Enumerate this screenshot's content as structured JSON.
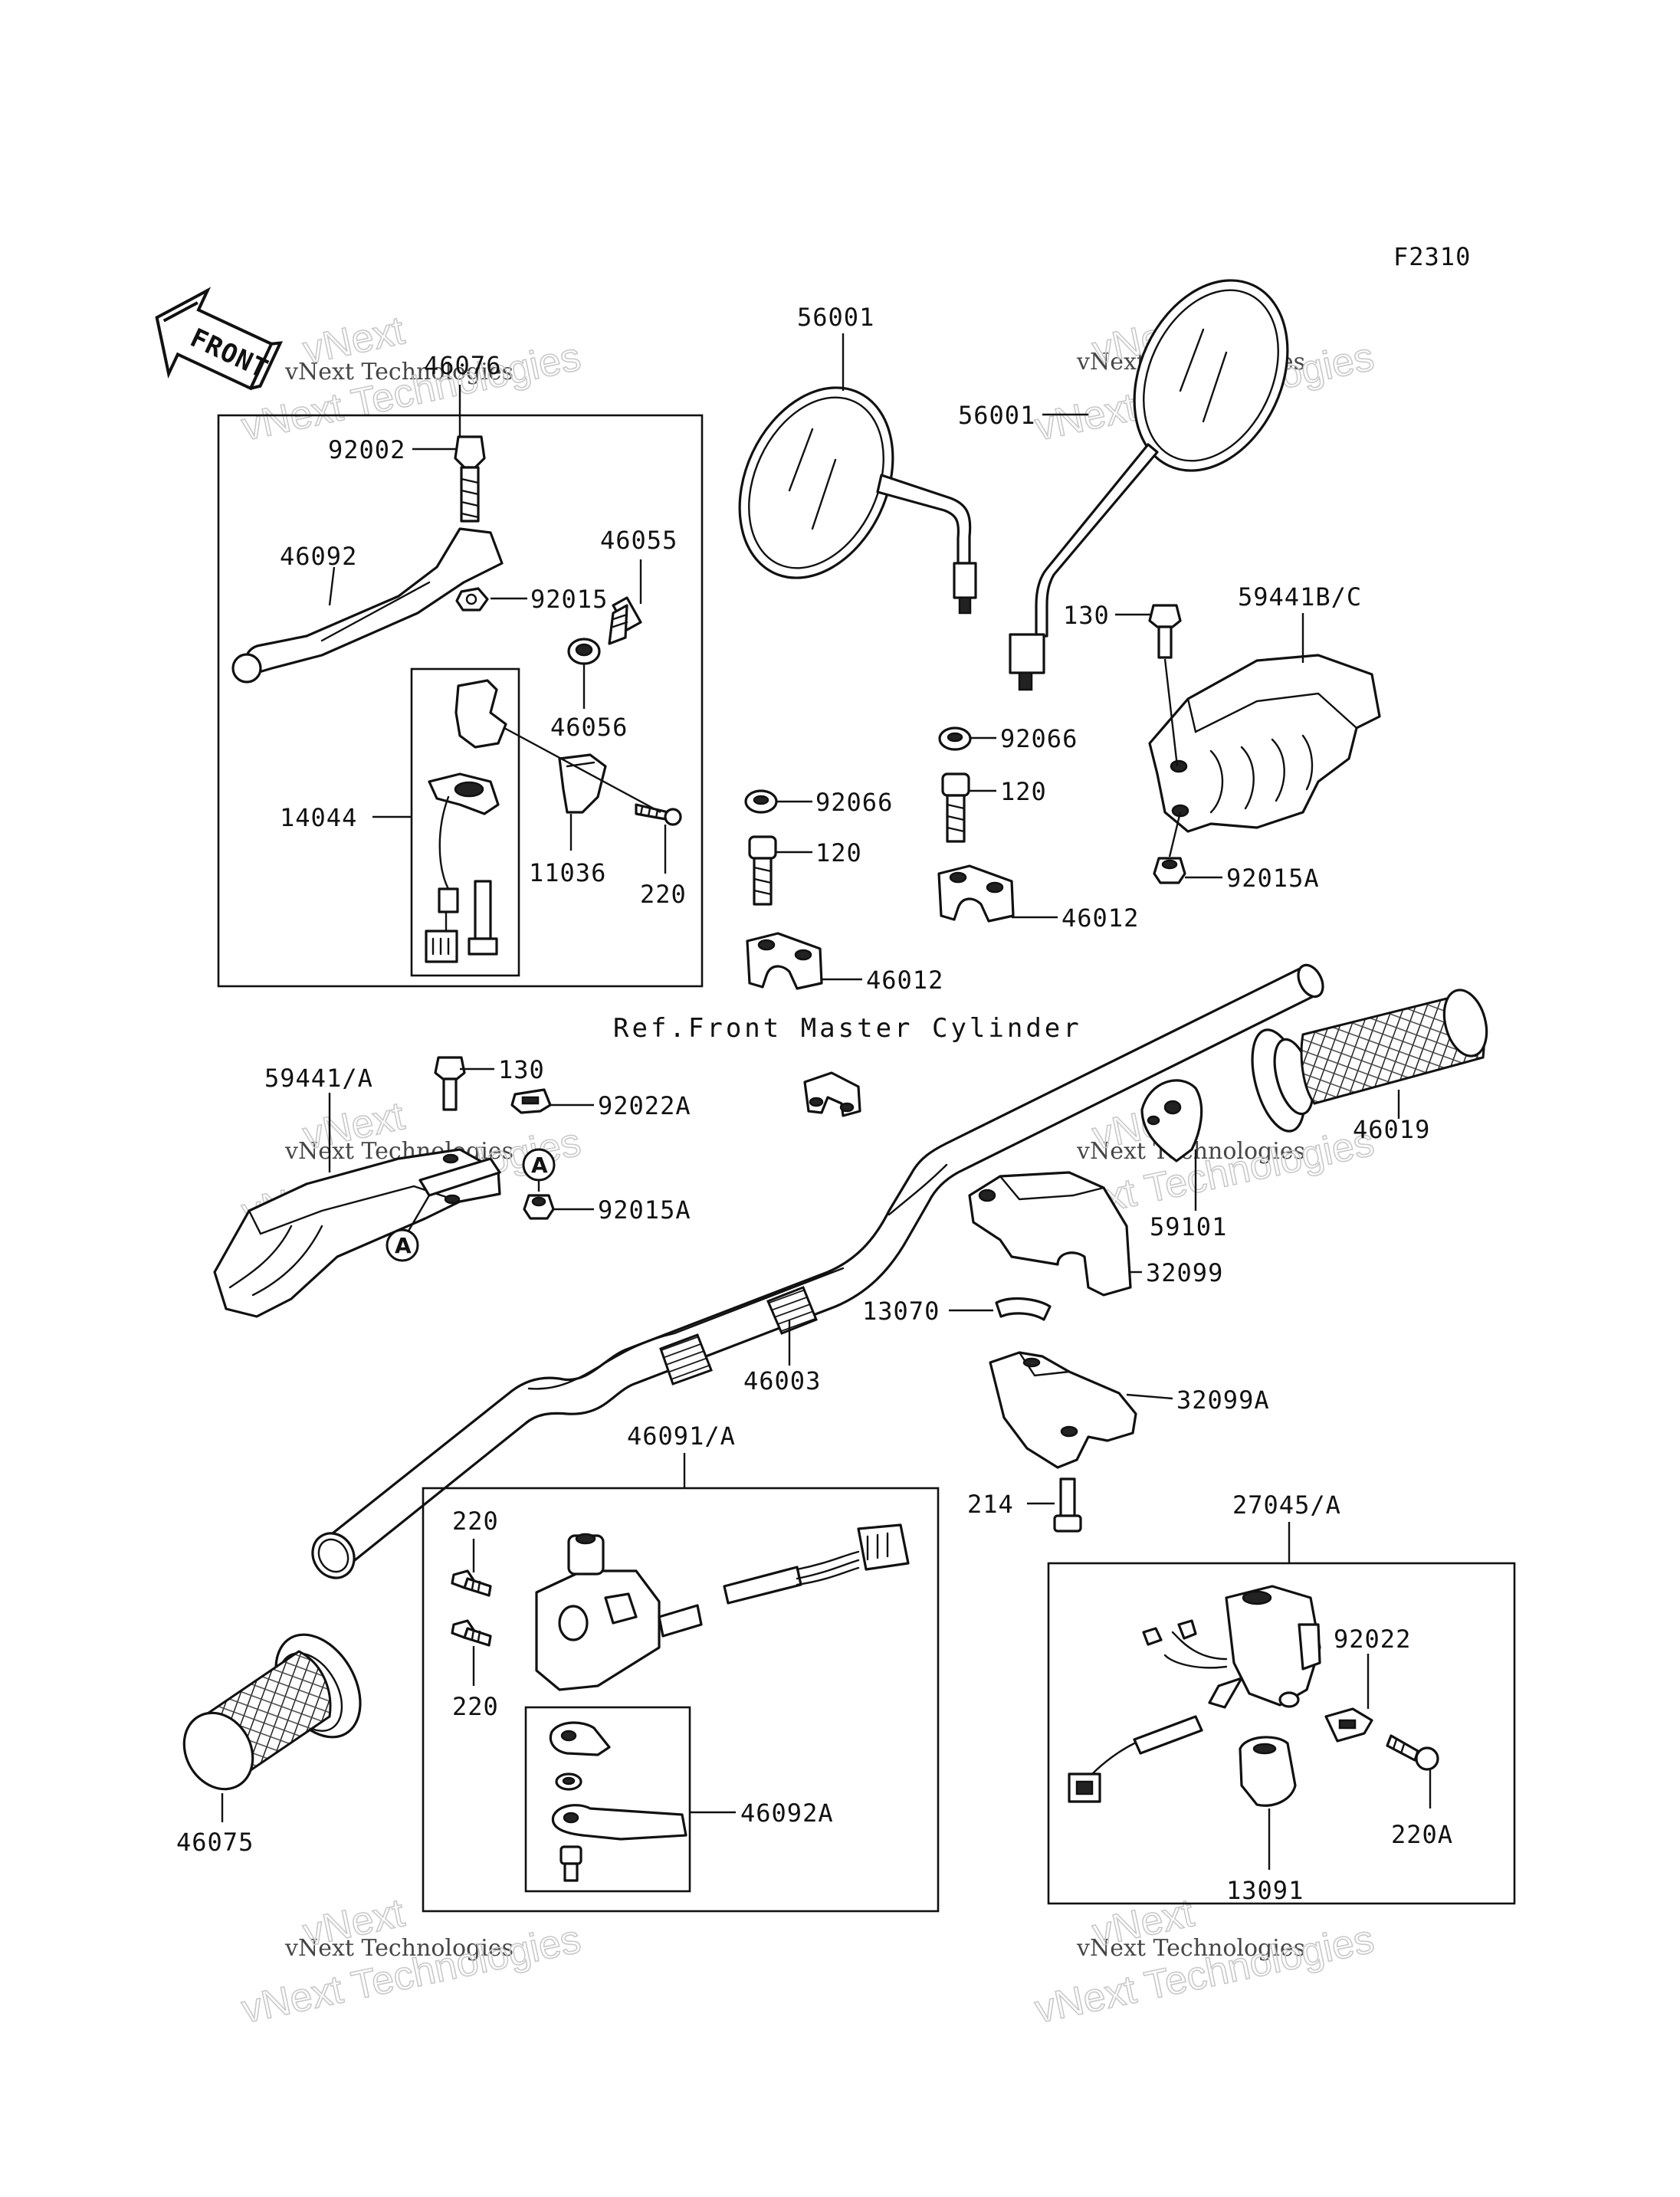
{
  "figure_code": "F2310",
  "front_arrow_label": "FRONT",
  "ref_note": "Ref.Front Master Cylinder",
  "watermark": {
    "line1": "vNext Technologies",
    "line2": "vNext Technologies",
    "line3": "vNext"
  },
  "reference_marker": "A",
  "labels": {
    "p46076": "46076",
    "p92002": "92002",
    "p46092": "46092",
    "p92015": "92015",
    "p46055": "46055",
    "p46056": "46056",
    "p14044": "14044",
    "p11036": "11036",
    "p220a": "220",
    "p56001a": "56001",
    "p56001b": "56001",
    "p130a": "130",
    "p59441bc": "59441B/C",
    "p92066a": "92066",
    "p120a": "120",
    "p92066b": "92066",
    "p120b": "120",
    "p92015a1": "92015A",
    "p46012a": "46012",
    "p46012b": "46012",
    "p59441a": "59441/A",
    "p130b": "130",
    "p92022a": "92022A",
    "p92015a2": "92015A",
    "p46019": "46019",
    "p59101": "59101",
    "p32099": "32099",
    "p13070": "13070",
    "p46003": "46003",
    "p32099a": "32099A",
    "p46091a": "46091/A",
    "p214": "214",
    "p27045a": "27045/A",
    "p220b": "220",
    "p220c": "220",
    "p46092a": "46092A",
    "p92022": "92022",
    "p220A": "220A",
    "p13091": "13091",
    "p46075": "46075"
  }
}
